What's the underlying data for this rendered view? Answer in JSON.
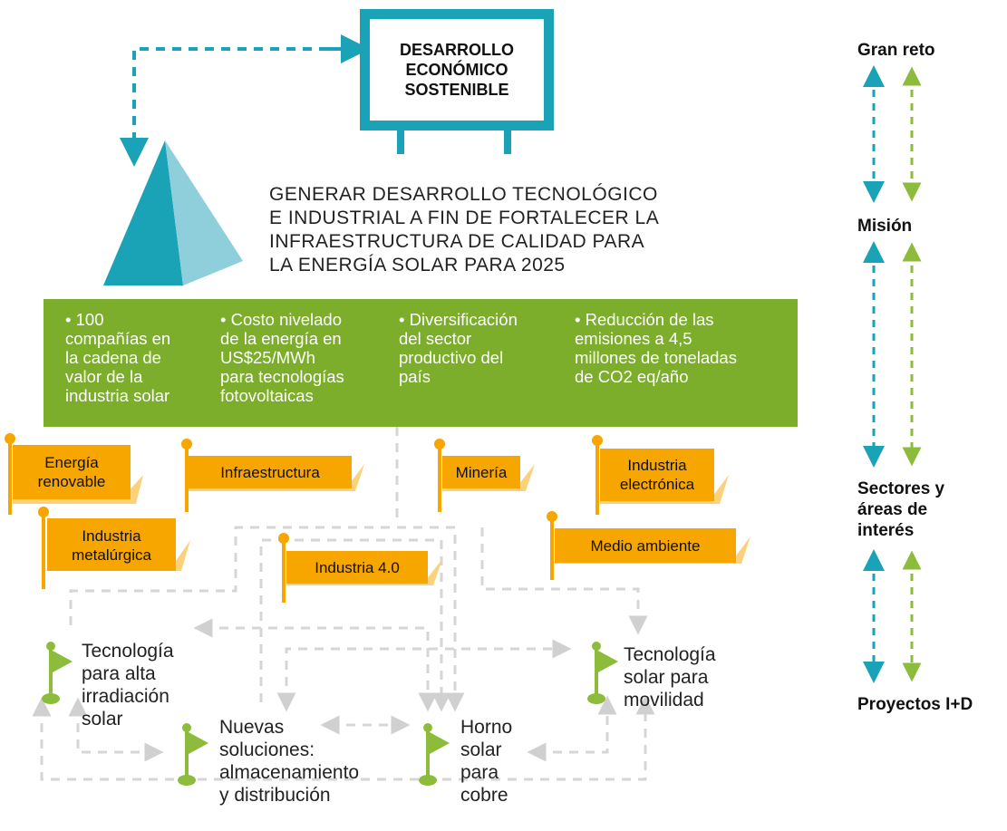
{
  "billboard": {
    "lines": [
      "DESARROLLO",
      "ECONÓMICO",
      "SOSTENIBLE"
    ]
  },
  "mission": {
    "lines": [
      "GENERAR DESARROLLO TECNOLÓGICO",
      "E INDUSTRIAL A FIN DE FORTALECER LA",
      "INFRAESTRUCTURA DE CALIDAD PARA",
      "LA ENERGÍA SOLAR PARA 2025"
    ]
  },
  "goals": [
    {
      "lines": [
        "• 100",
        "compañías en",
        "la cadena de",
        "valor de la",
        "industria solar"
      ]
    },
    {
      "lines": [
        "• Costo nivelado",
        "de la energía en",
        "US$25/MWh",
        "para tecnologías",
        "fotovoltaicas"
      ]
    },
    {
      "lines": [
        "• Diversificación",
        "del sector",
        "productivo del",
        "país"
      ]
    },
    {
      "lines": [
        "• Reducción de las",
        "emisiones a 4,5",
        "millones de toneladas",
        "de CO2 eq/año"
      ]
    }
  ],
  "sectors": [
    {
      "lines": [
        "Energía",
        "renovable"
      ]
    },
    {
      "lines": [
        "Infraestructura"
      ]
    },
    {
      "lines": [
        "Minería"
      ]
    },
    {
      "lines": [
        "Industria",
        "electrónica"
      ]
    },
    {
      "lines": [
        "Industria",
        "metalúrgica"
      ]
    },
    {
      "lines": [
        "Industria 4.0"
      ]
    },
    {
      "lines": [
        "Medio ambiente"
      ]
    }
  ],
  "projects": [
    {
      "lines": [
        "Tecnología",
        "para alta",
        "irradiación",
        "solar"
      ]
    },
    {
      "lines": [
        "Nuevas",
        "soluciones:",
        "almacenamiento",
        "y distribución"
      ]
    },
    {
      "lines": [
        "Horno",
        "solar",
        "para",
        "cobre"
      ]
    },
    {
      "lines": [
        "Tecnología",
        "solar para",
        "movilidad"
      ]
    }
  ],
  "legend": {
    "gran_reto": "Gran reto",
    "mision": "Misión",
    "sectores": [
      "Sectores y",
      "áreas de",
      "interés"
    ],
    "proyectos": "Proyectos I+D"
  },
  "colors": {
    "teal": "#1aa2b7",
    "light_teal": "#8ecfdb",
    "green": "#7cad2b",
    "orange": "#f7a600",
    "light_orange": "#fbd27a",
    "gray_dash": "#d6d6d6",
    "lime": "#8dbb3b"
  }
}
